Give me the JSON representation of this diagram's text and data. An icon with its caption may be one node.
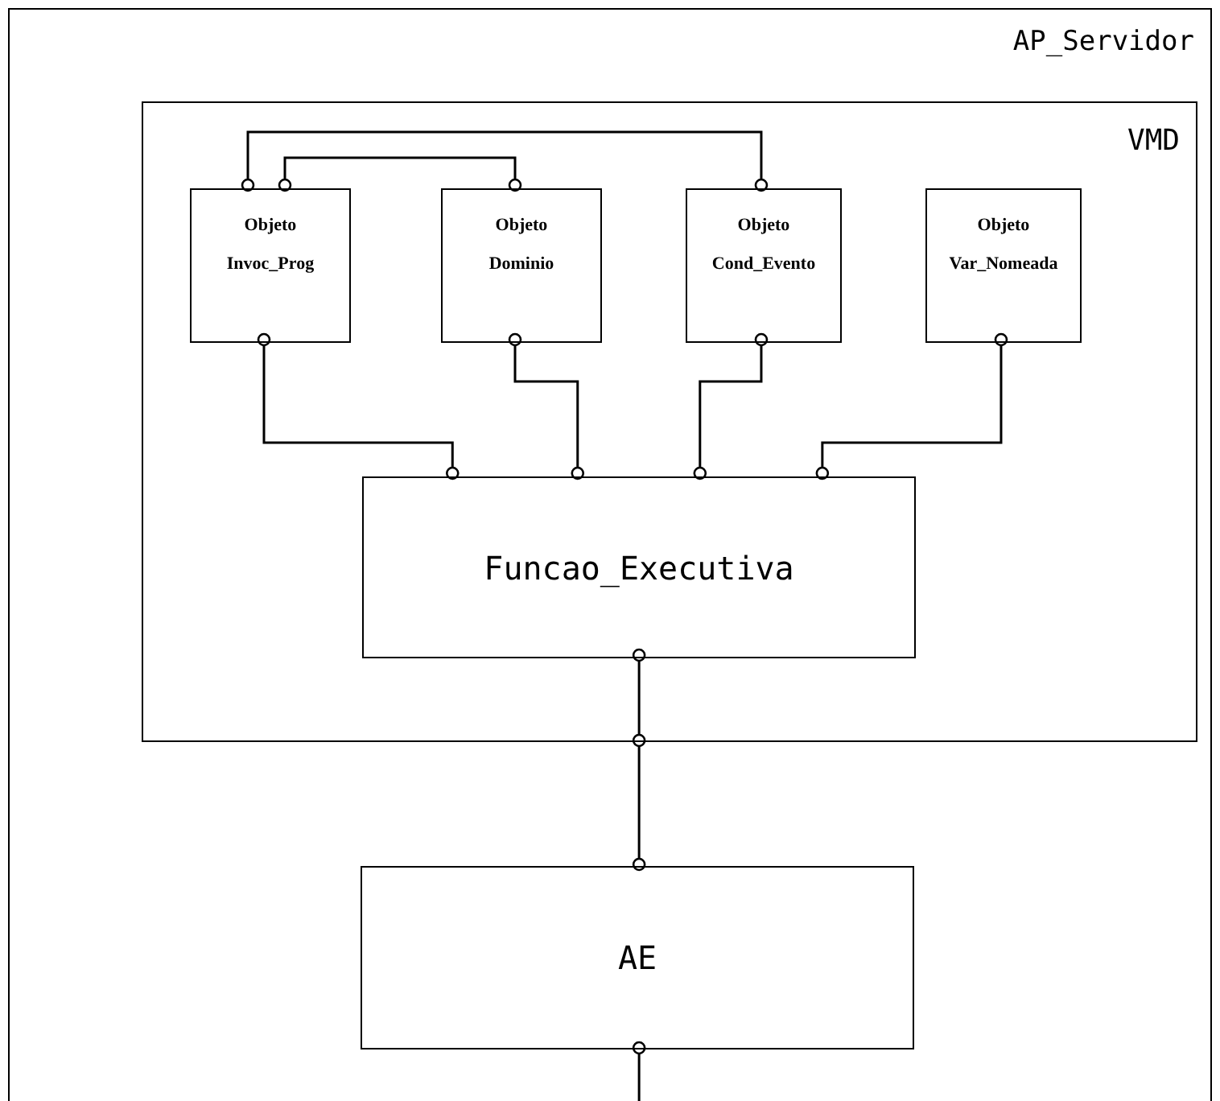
{
  "diagram": {
    "nodes": [
      {
        "text": [
          "AP_Servidor"
        ]
      },
      {
        "text": [
          "VMD"
        ],
        "in": 0
      },
      {
        "text": [
          "Objeto Invoc_Prog"
        ],
        "in": 1
      },
      {
        "text": [
          "Objeto Dominio"
        ],
        "in": 1
      },
      {
        "text": [
          "Objeto Cond_Evento"
        ],
        "in": 1
      },
      {
        "text": [
          "Objeto Var_Nomeada"
        ],
        "in": 1
      },
      {
        "text": [
          "Funcao_Executiva"
        ],
        "in": 1
      },
      {
        "text": [
          "AE"
        ],
        "in": 0
      }
    ],
    "edges": [
      {
        "from": 2,
        "to": 4,
        "arrow": "other"
      },
      {
        "from": 2,
        "to": 3,
        "arrow": "other"
      },
      {
        "from": 2,
        "to": 6,
        "arrow": "other"
      },
      {
        "from": 3,
        "to": 6,
        "arrow": "other"
      },
      {
        "from": 4,
        "to": 6,
        "arrow": "other"
      },
      {
        "from": 5,
        "to": 6,
        "arrow": "other"
      },
      {
        "from": 6,
        "to": 7,
        "arrow": "other"
      },
      {
        "from": 7,
        "to": null,
        "arrow": "other"
      }
    ]
  }
}
